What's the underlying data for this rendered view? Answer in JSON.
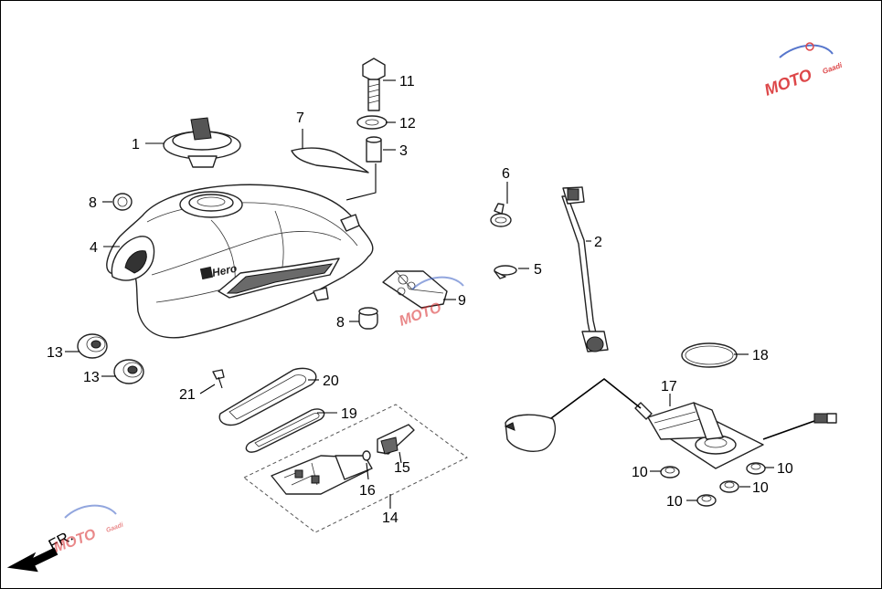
{
  "callouts": {
    "c1": "1",
    "c2": "2",
    "c3": "3",
    "c4": "4",
    "c5": "5",
    "c6": "6",
    "c7": "7",
    "c8a": "8",
    "c8b": "8",
    "c9": "9",
    "c10a": "10",
    "c10b": "10",
    "c10c": "10",
    "c10d": "10",
    "c11": "11",
    "c12": "12",
    "c13a": "13",
    "c13b": "13",
    "c14": "14",
    "c15": "15",
    "c16": "16",
    "c17": "17",
    "c18": "18",
    "c19": "19",
    "c20": "20",
    "c21": "21"
  },
  "tank_brand": "Hero",
  "front_marker": "FR.",
  "watermark": {
    "main": "MOTO",
    "sub": "Gaadi"
  },
  "colors": {
    "line": "#222222",
    "watermark_red": "#d8282a",
    "watermark_blue": "#3a5fc4"
  }
}
